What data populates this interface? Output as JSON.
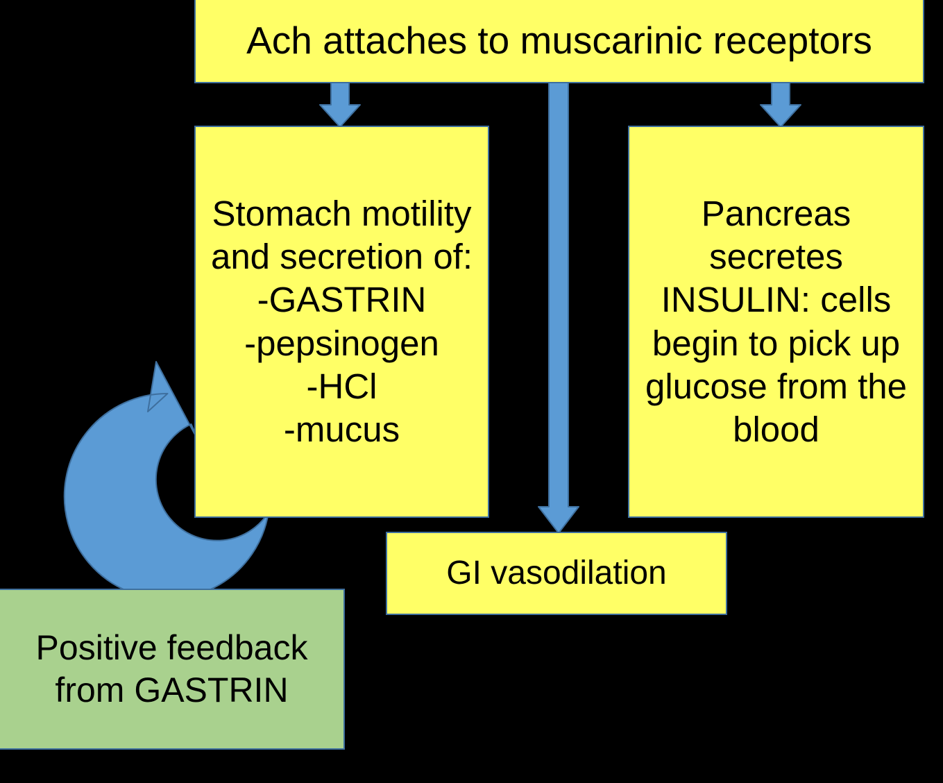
{
  "diagram": {
    "title": "Parasympathetic (Ach / muscarinic) digestive effects flowchart",
    "background_color": "#000000",
    "colors": {
      "box_fill_primary": "#FFFF66",
      "box_fill_feedback": "#A9D18E",
      "box_border": "#3E6F9E",
      "arrow_fill": "#5B9BD5",
      "arrow_border": "#3E6F9E",
      "text": "#000000"
    },
    "nodes": [
      {
        "id": "ach",
        "name": "ach-receptor-box",
        "label": "Ach attaches to muscarinic receptors",
        "fill": "#FFFF66"
      },
      {
        "id": "stomach",
        "name": "stomach-motility-box",
        "label": "Stomach motility and secretion of:\n-GASTRIN\n-pepsinogen\n-HCl\n-mucus",
        "fill": "#FFFF66"
      },
      {
        "id": "pancreas",
        "name": "pancreas-insulin-box",
        "label": "Pancreas secretes INSULIN: cells begin to pick up glucose from the blood",
        "fill": "#FFFF66"
      },
      {
        "id": "gi",
        "name": "gi-vasodilation-box",
        "label": "GI vasodilation",
        "fill": "#FFFF66"
      },
      {
        "id": "feedback",
        "name": "positive-feedback-box",
        "label": "Positive feedback from GASTRIN",
        "fill": "#A9D18E"
      }
    ],
    "arrows": [
      {
        "id": "ach-to-stomach",
        "name": "arrow-down-to-stomach",
        "from": "ach",
        "to": "stomach",
        "shape": "straight-down"
      },
      {
        "id": "ach-to-pancreas",
        "name": "arrow-down-to-pancreas",
        "from": "ach",
        "to": "pancreas",
        "shape": "straight-down"
      },
      {
        "id": "ach-to-gi",
        "name": "arrow-down-to-gi",
        "from": "ach",
        "to": "gi",
        "shape": "long-straight-down"
      },
      {
        "id": "feedback-loop",
        "name": "arrow-circular-feedback-loop",
        "from": "feedback",
        "to": "stomach",
        "shape": "circular-loop"
      }
    ]
  }
}
